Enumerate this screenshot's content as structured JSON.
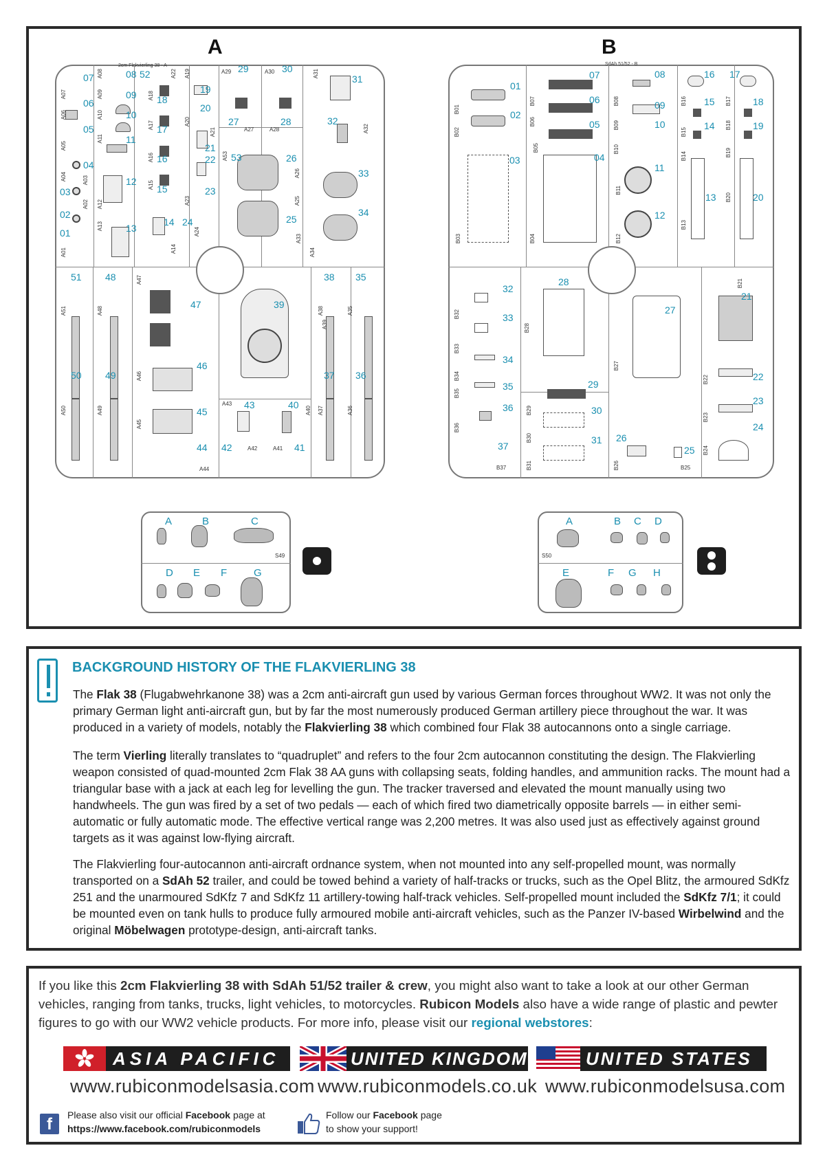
{
  "sprues": {
    "a": {
      "letter": "A",
      "title": "2cm Flakvierling 38 - A"
    },
    "b": {
      "letter": "B",
      "title": "SdAh 51/52 - B"
    },
    "fig1_code": "S49",
    "fig2_code": "S50",
    "a_numbers": [
      "07",
      "08",
      "52",
      "09",
      "10",
      "06",
      "05",
      "11",
      "04",
      "03",
      "12",
      "02",
      "01",
      "13",
      "18",
      "17",
      "16",
      "15",
      "14",
      "19",
      "20",
      "21",
      "22",
      "23",
      "24",
      "29",
      "30",
      "27",
      "28",
      "53",
      "26",
      "25",
      "31",
      "32",
      "33",
      "34",
      "51",
      "48",
      "47",
      "46",
      "45",
      "44",
      "50",
      "49",
      "39",
      "43",
      "42",
      "40",
      "41",
      "38",
      "35",
      "37",
      "36"
    ],
    "a_codes": [
      "A07",
      "A08",
      "A06",
      "A09",
      "A05",
      "A10",
      "A04",
      "A11",
      "A03",
      "A02",
      "A12",
      "A13",
      "A01",
      "A22",
      "A18",
      "A19",
      "A17",
      "A20",
      "A16",
      "A15",
      "A21",
      "A14",
      "A23",
      "A29",
      "A30",
      "A27",
      "A28",
      "A53",
      "A26",
      "A25",
      "A24",
      "A31",
      "A32",
      "A33",
      "A34",
      "A51",
      "A48",
      "A47",
      "A46",
      "A45",
      "A44",
      "A50",
      "A49",
      "A43",
      "A42",
      "A41",
      "A40",
      "A39",
      "A38",
      "A37",
      "A36",
      "A35"
    ],
    "b_numbers": [
      "01",
      "02",
      "03",
      "04",
      "07",
      "06",
      "05",
      "08",
      "09",
      "10",
      "11",
      "12",
      "16",
      "15",
      "14",
      "17",
      "18",
      "19",
      "13",
      "20",
      "32",
      "33",
      "34",
      "35",
      "36",
      "37",
      "28",
      "29",
      "30",
      "31",
      "27",
      "26",
      "25",
      "21",
      "22",
      "23",
      "24"
    ],
    "b_codes": [
      "B01",
      "B02",
      "B03",
      "B04",
      "B05",
      "B06",
      "B07",
      "B08",
      "B09",
      "B10",
      "B11",
      "B12",
      "B13",
      "B14",
      "B15",
      "B16",
      "B17",
      "B18",
      "B19",
      "B20",
      "B21",
      "B22",
      "B23",
      "B24",
      "B25",
      "B26",
      "B27",
      "B28",
      "B29",
      "B30",
      "B31",
      "B32",
      "B33",
      "B34",
      "B35",
      "B36",
      "B37"
    ],
    "fig1_letters_top": [
      "A",
      "B",
      "C"
    ],
    "fig1_letters_bottom": [
      "D",
      "E",
      "F",
      "G"
    ],
    "fig2_letters_top": [
      "A",
      "B",
      "C",
      "D"
    ],
    "fig2_letters_bottom": [
      "E",
      "F",
      "G",
      "H"
    ]
  },
  "history": {
    "title": "BACKGROUND HISTORY OF THE FLAKVIERLING 38",
    "p1": [
      {
        "t": "The "
      },
      {
        "b": "Flak 38"
      },
      {
        "t": " (Flugabwehrkanone 38) was a 2cm anti-aircraft gun used by various German forces throughout WW2.  It was not only the primary German light anti-aircraft gun, but by far the most numerously produced German artillery piece throughout the war.  It was produced in a variety of models, notably the "
      },
      {
        "b": "Flakvierling 38"
      },
      {
        "t": " which combined four Flak 38 autocannons onto a single carriage."
      }
    ],
    "p2": [
      {
        "t": "The term "
      },
      {
        "b": "Vierling"
      },
      {
        "t": " literally translates to “quadruplet” and refers to the four 2cm autocannon constituting the design.  The Flakvierling weapon consisted of quad-mounted 2cm Flak 38 AA guns with collapsing seats, folding handles, and ammunition racks. The mount had a triangular base with a jack at each leg for levelling the gun.  The tracker traversed and elevated the mount manually using two handwheels.  The gun was fired by a set of two pedals — each of which fired two diametrically opposite barrels — in either semi-automatic or fully automatic mode. The effective vertical range was 2,200 metres.  It was also used just as effectively against ground targets as it was against low-flying aircraft."
      }
    ],
    "p3": [
      {
        "t": "The Flakvierling four-autocannon anti-aircraft ordnance system, when not mounted into any self-propelled mount, was normally transported on a "
      },
      {
        "b": "SdAh 52"
      },
      {
        "t": " trailer, and could be towed behind a variety of half-tracks or trucks, such as the Opel Blitz, the armoured SdKfz 251 and the unarmoured SdKfz 7 and SdKfz 11 artillery-towing half-track vehicles.  Self-propelled mount included the "
      },
      {
        "b": "SdKfz 7/1"
      },
      {
        "t": "; it could be mounted even on tank hulls to produce fully armoured mobile anti-aircraft vehicles, such as the Panzer IV-based "
      },
      {
        "b": "Wirbelwind"
      },
      {
        "t": " and the original "
      },
      {
        "b": "Möbelwagen"
      },
      {
        "t": " prototype-design, anti-aircraft tanks."
      }
    ]
  },
  "promo": {
    "text": [
      {
        "t": "If you like this "
      },
      {
        "b": "2cm Flakvierling 38 with SdAh 51/52 trailer & crew"
      },
      {
        "t": ", you might also want to take a look at our other German vehicles, ranging from tanks, trucks, light vehicles, to motorcycles.  "
      },
      {
        "b": "Rubicon Models"
      },
      {
        "t": " also have a wide range of plastic and pewter figures to go with our WW2 vehicle products.  For more info, please visit our "
      },
      {
        "blue": "regional webstores"
      },
      {
        "t": ":"
      }
    ],
    "regions": [
      {
        "label": "ASIA PACIFIC",
        "url": "www.rubiconmodelsasia.com",
        "flag_color": "#d0202a"
      },
      {
        "label": "UNITED KINGDOM",
        "url": "www.rubiconmodels.co.uk",
        "flag_color": "#1f3f8f"
      },
      {
        "label": "UNITED STATES",
        "url": "www.rubiconmodelsusa.com",
        "flag_color": "#1f3f8f"
      }
    ],
    "facebook_line1_pre": "Please also visit our official ",
    "facebook_line1_bold": "Facebook",
    "facebook_line1_post": " page at",
    "facebook_url": "https://www.facebook.com/rubiconmodels",
    "follow_line1_pre": "Follow our ",
    "follow_line1_bold": "Facebook",
    "follow_line1_post": " page",
    "follow_line2": "to show your support!"
  }
}
